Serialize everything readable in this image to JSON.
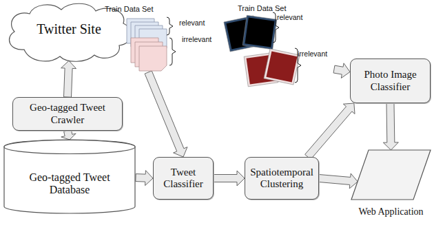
{
  "diagram": {
    "nodes": [
      {
        "text": [
          "Twitter Site"
        ]
      },
      {
        "text": [
          "Train Data Set",
          "relevant",
          "irrelevant"
        ]
      },
      {
        "text": [
          "Train Data Set",
          "relevant",
          "irrelevant"
        ]
      },
      {
        "text": [
          "Geo-tagged Tweet Crawler"
        ]
      },
      {
        "text": [
          "Photo Image Classifier"
        ]
      },
      {
        "text": [
          "Geo-tagged Tweet Database"
        ]
      },
      {
        "text": [
          "Tweet Classifier"
        ]
      },
      {
        "text": [
          "Spatiotemporal Clustering"
        ]
      },
      {
        "text": [
          "Web Application"
        ]
      }
    ],
    "edges": [
      {
        "from": 3,
        "to": 0,
        "arrow": "to"
      },
      {
        "from": 3,
        "to": 5,
        "arrow": "to"
      },
      {
        "from": 1,
        "to": 6,
        "arrow": "to"
      },
      {
        "from": 5,
        "to": 6,
        "arrow": "to"
      },
      {
        "from": 6,
        "to": 7,
        "arrow": "to"
      },
      {
        "from": 7,
        "to": 4,
        "arrow": "to"
      },
      {
        "from": 7,
        "to": 8,
        "arrow": "to"
      },
      {
        "from": 2,
        "to": 4,
        "arrow": "to"
      },
      {
        "from": 4,
        "to": 8,
        "arrow": "to"
      }
    ]
  }
}
